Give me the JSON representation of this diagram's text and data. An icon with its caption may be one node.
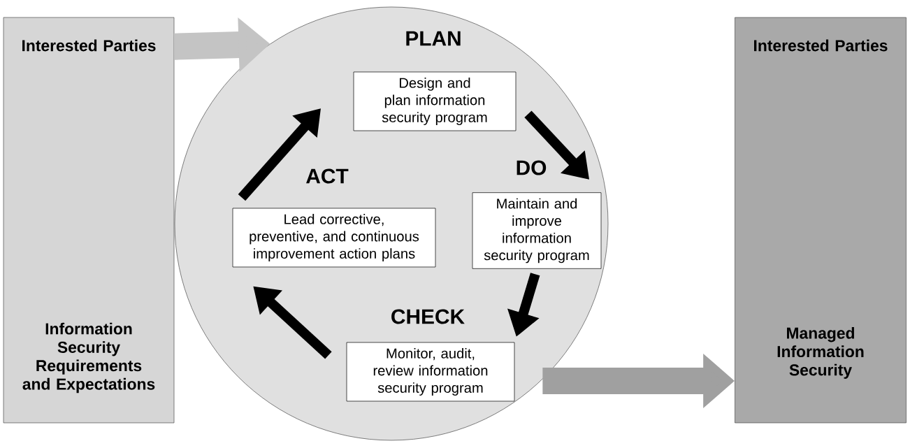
{
  "diagram": {
    "nodes": [
      {
        "text": [
          "Interested Parties",
          "Information Security Requirements and Expectations"
        ]
      },
      {
        "text": [],
        "shape": "circle"
      },
      {
        "text": [
          "PLAN",
          "Design and plan information security program"
        ],
        "in": 1
      },
      {
        "text": [
          "DO",
          "Maintain and improve information security program"
        ],
        "in": 1
      },
      {
        "text": [
          "CHECK",
          "Monitor, audit, review information security program"
        ],
        "in": 1
      },
      {
        "text": [
          "ACT",
          "Lead corrective, preventive, and continuous improvement action plans"
        ],
        "in": 1
      },
      {
        "text": [
          "Interested Parties",
          "Managed Information Security"
        ]
      }
    ],
    "edges": [
      {
        "from": 0,
        "to": 1,
        "arrow": "to",
        "style": "thick",
        "color": "#c4c4c4"
      },
      {
        "from": 2,
        "to": 3,
        "arrow": "to"
      },
      {
        "from": 3,
        "to": 4,
        "arrow": "to"
      },
      {
        "from": 4,
        "to": 5,
        "arrow": "to"
      },
      {
        "from": 5,
        "to": 2,
        "arrow": "to"
      },
      {
        "from": 4,
        "to": 6,
        "arrow": "to",
        "style": "thick",
        "color": "#a0a0a0"
      }
    ]
  }
}
